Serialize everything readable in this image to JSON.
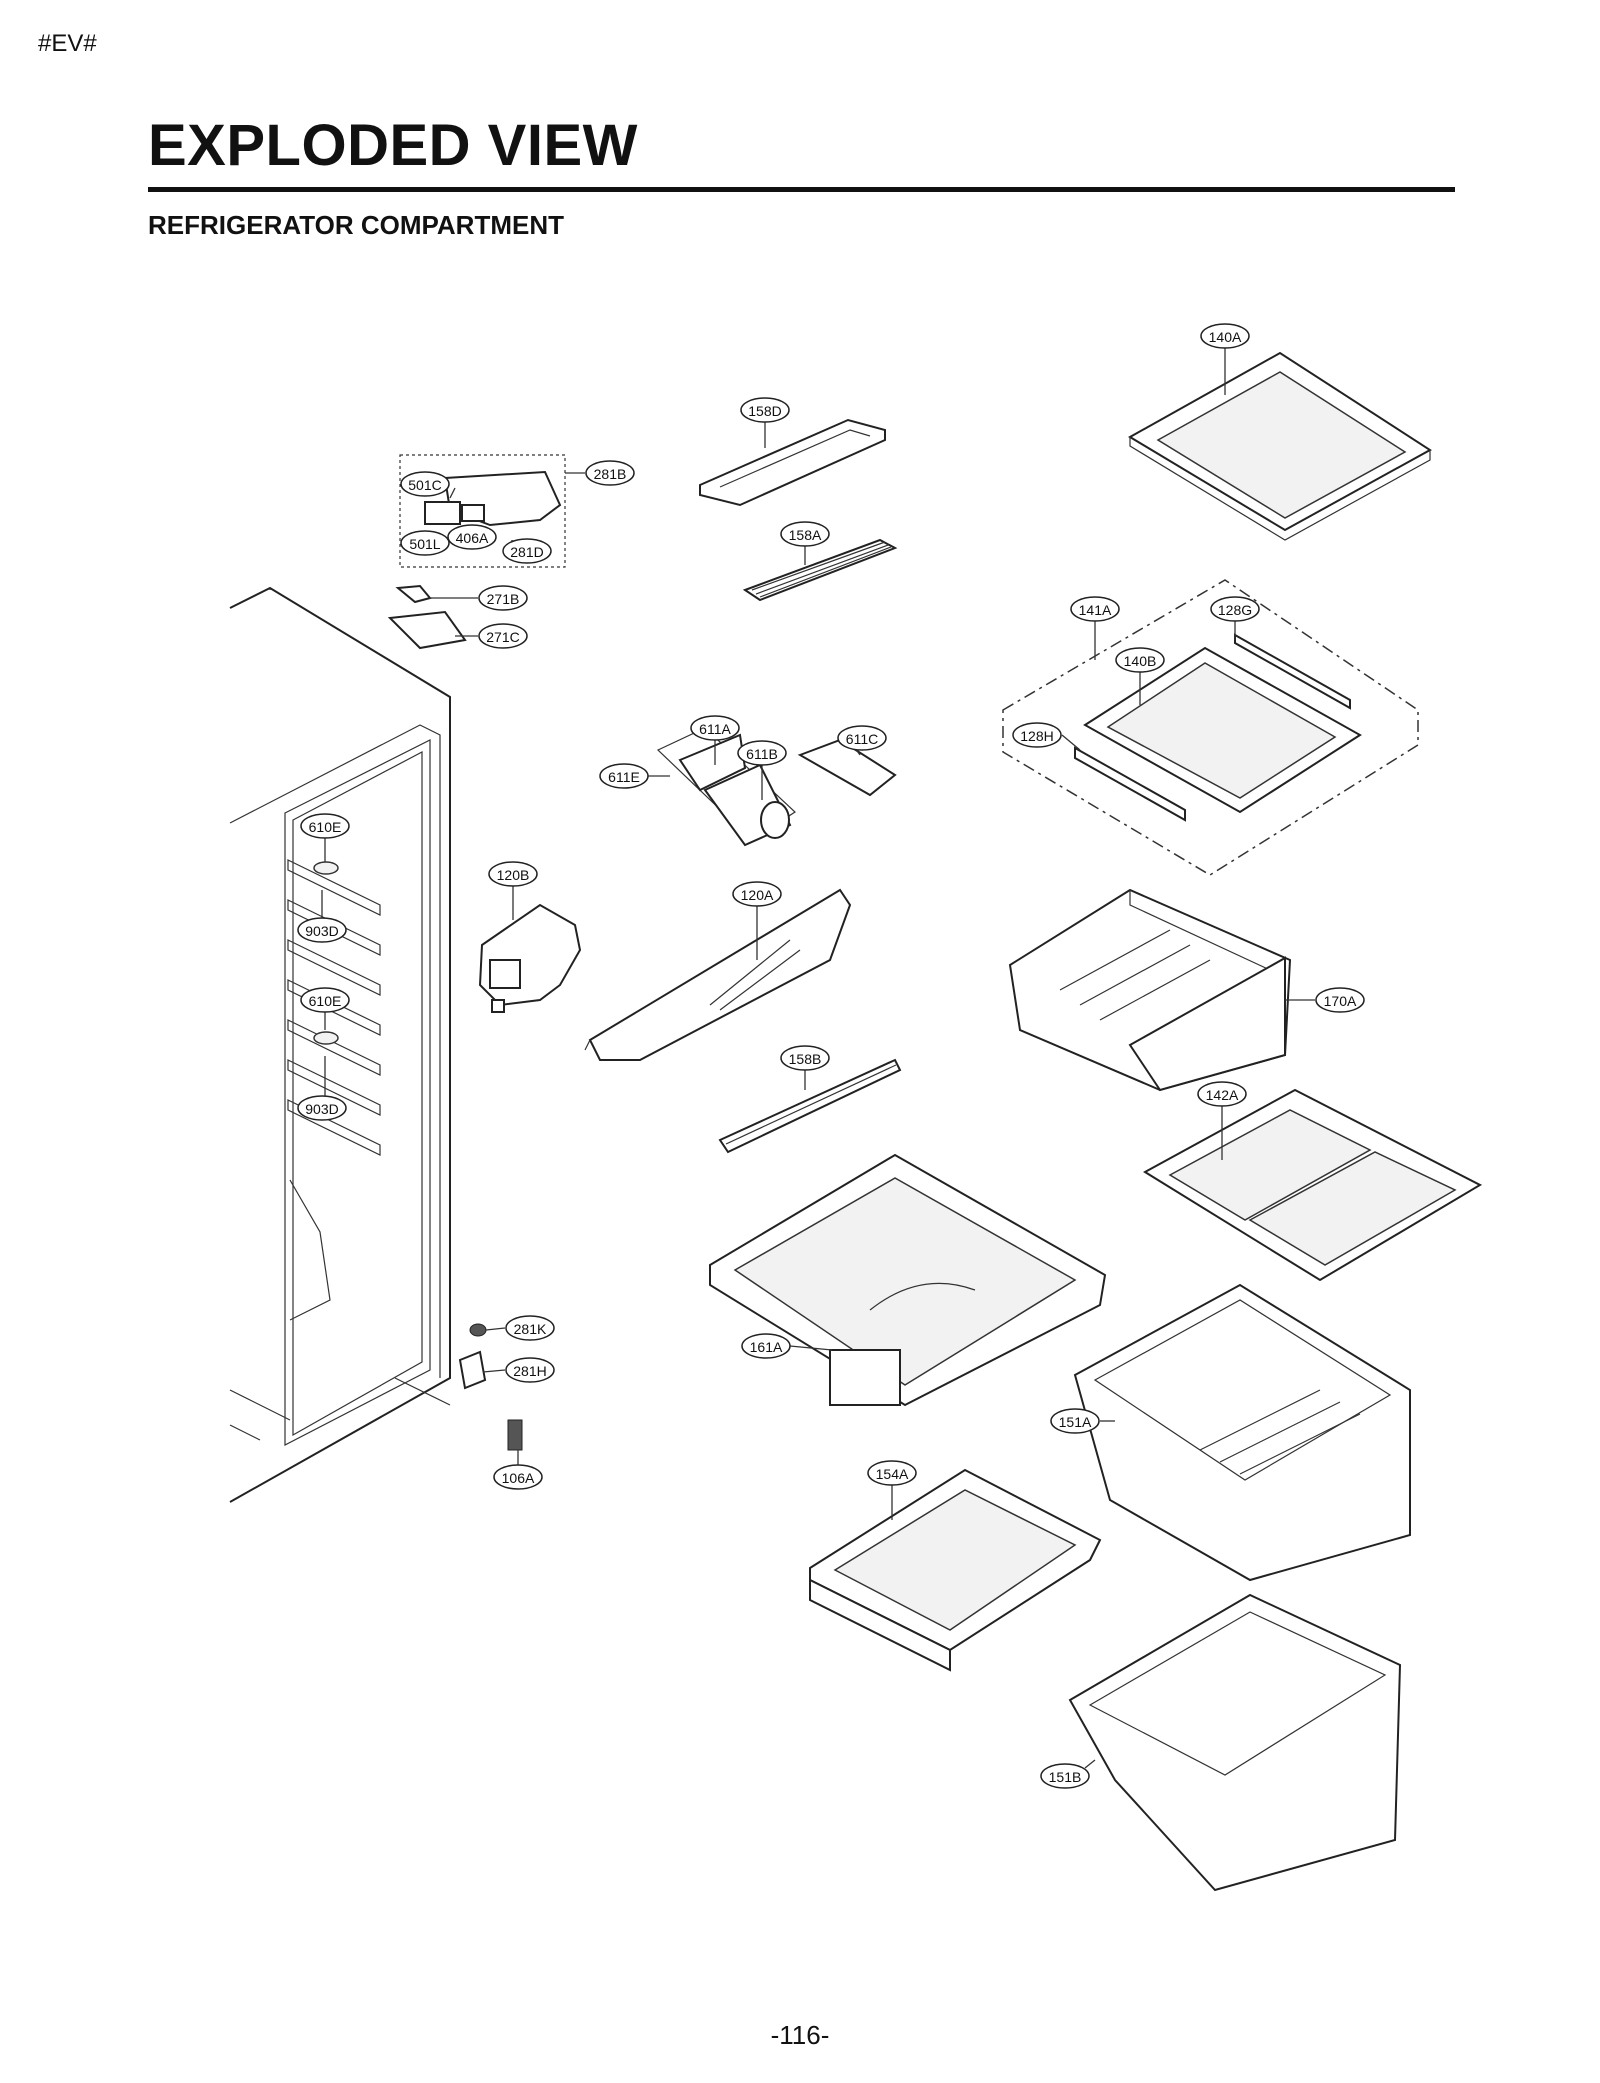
{
  "header": {
    "tag": "#EV#",
    "title": "EXPLODED VIEW",
    "subtitle": "REFRIGERATOR COMPARTMENT"
  },
  "footer": {
    "page_number": "-116-"
  },
  "callouts": {
    "c140A": "140A",
    "c158D": "158D",
    "c281B": "281B",
    "c501C": "501C",
    "c501L": "501L",
    "c406A": "406A",
    "c281D": "281D",
    "c158A": "158A",
    "c271B": "271B",
    "c271C": "271C",
    "c141A": "141A",
    "c128G": "128G",
    "c140B": "140B",
    "c128H": "128H",
    "c611A": "611A",
    "c611B": "611B",
    "c611C": "611C",
    "c611E": "611E",
    "c610E_1": "610E",
    "c903D_1": "903D",
    "c610E_2": "610E",
    "c903D_2": "903D",
    "c120B": "120B",
    "c120A": "120A",
    "c170A": "170A",
    "c158B": "158B",
    "c142A": "142A",
    "c281K": "281K",
    "c281H": "281H",
    "c161A": "161A",
    "c151A": "151A",
    "c106A": "106A",
    "c154A": "154A",
    "c151B": "151B"
  }
}
